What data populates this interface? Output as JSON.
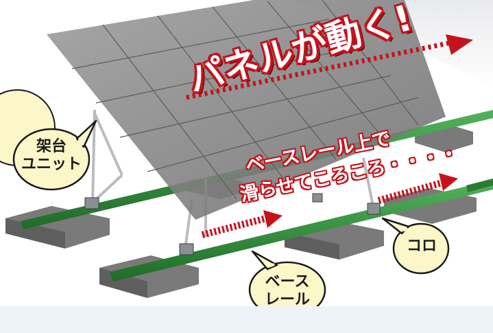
{
  "headline": "パネルが動く!",
  "subline": [
    "ベースレール上で",
    "滑らせてころころ・・・・"
  ],
  "callouts": {
    "frame_unit": [
      "架台",
      "ユニット"
    ],
    "roller": "コロ",
    "base_rail": [
      "ベース",
      "レール"
    ]
  },
  "colors": {
    "accent_red": "#c5131c",
    "rail_green": "#2f8f3a",
    "bubble_fill": "#fbf7c9",
    "bubble_stroke": "#1a1a1a",
    "panel_gray": "#8e8e8e",
    "concrete_gray": "#6f6f6f"
  },
  "icons": [
    "arrow-right-dotted",
    "speech-bubble"
  ]
}
